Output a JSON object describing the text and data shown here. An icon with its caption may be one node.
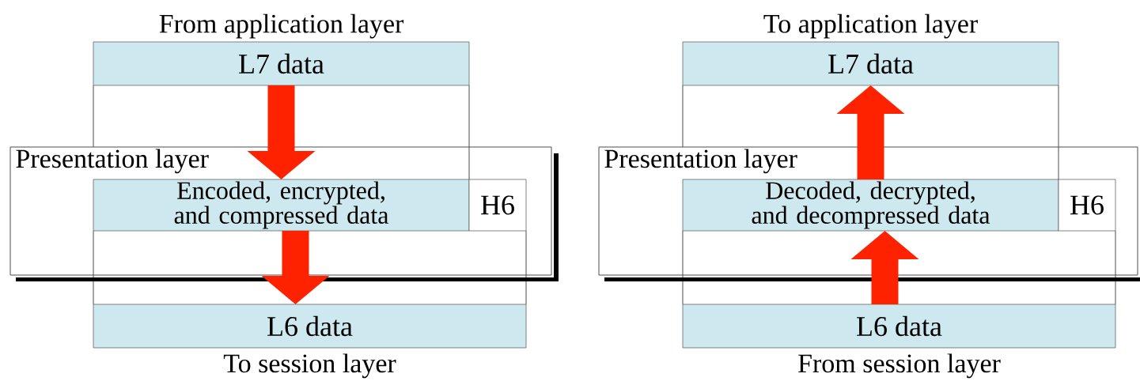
{
  "diagram": {
    "nodes": [
      {
        "text": [
          "L7 data"
        ],
        "beside": [
          "From application layer"
        ]
      },
      {
        "text": [
          "Presentation layer"
        ]
      },
      {
        "text": [
          "Encoded, encrypted, and compressed data"
        ],
        "in": 1
      },
      {
        "text": [
          "H6"
        ],
        "in": 1
      },
      {
        "text": [
          "L6 data"
        ],
        "beside": [
          "To session layer"
        ]
      },
      {
        "text": [
          "L7 data"
        ],
        "beside": [
          "To application layer"
        ]
      },
      {
        "text": [
          "Presentation layer"
        ]
      },
      {
        "text": [
          "Decoded, decrypted, and decompressed data"
        ],
        "in": 6
      },
      {
        "text": [
          "H6"
        ],
        "in": 6
      },
      {
        "text": [
          "L6 data"
        ],
        "beside": [
          "From session layer"
        ]
      }
    ],
    "edges": [
      {
        "from": 0,
        "to": 2,
        "arrow": "to"
      },
      {
        "from": 2,
        "to": 4,
        "arrow": "to"
      },
      {
        "from": 9,
        "to": 7,
        "arrow": "to"
      },
      {
        "from": 7,
        "to": 5,
        "arrow": "to"
      }
    ]
  }
}
